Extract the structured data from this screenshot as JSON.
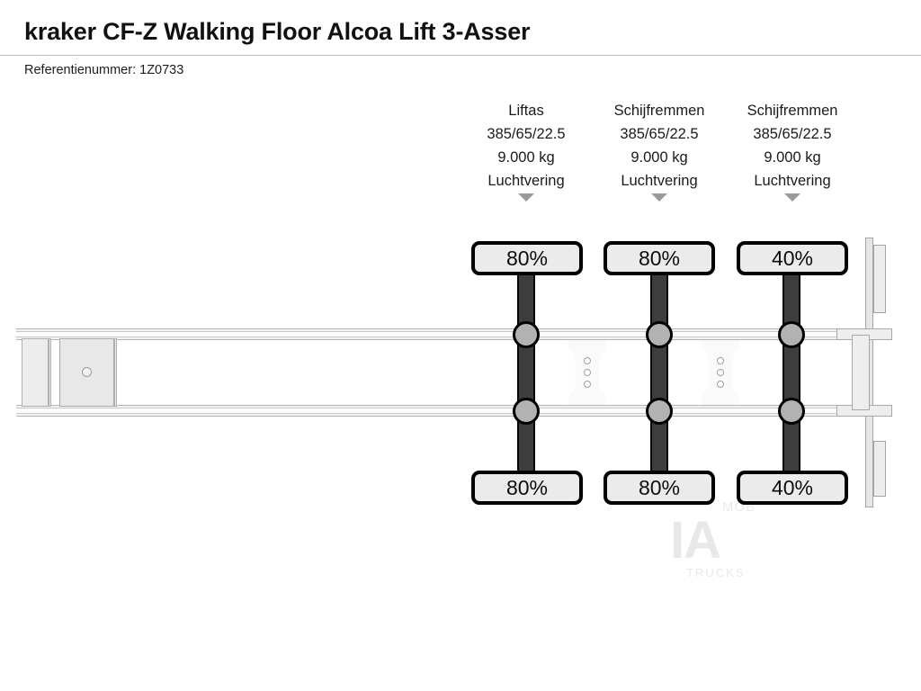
{
  "header": {
    "title": "kraker CF-Z Walking Floor Alcoa Lift 3-Asser",
    "reference_label": "Referentienummer: 1Z0733"
  },
  "axles": [
    {
      "id": "axle-1",
      "type": "Liftas",
      "tyre_size": "385/65/22.5",
      "capacity": "9.000 kg",
      "suspension": "Luchtvering",
      "left_tread": "80%",
      "right_tread": "80%",
      "caret_icon": "triangle-down-icon"
    },
    {
      "id": "axle-2",
      "type": "Schijfremmen",
      "tyre_size": "385/65/22.5",
      "capacity": "9.000 kg",
      "suspension": "Luchtvering",
      "left_tread": "80%",
      "right_tread": "80%",
      "caret_icon": "triangle-down-icon"
    },
    {
      "id": "axle-3",
      "type": "Schijfremmen",
      "tyre_size": "385/65/22.5",
      "capacity": "9.000 kg",
      "suspension": "Luchtvering",
      "left_tread": "40%",
      "right_tread": "40%",
      "caret_icon": "triangle-down-icon"
    }
  ],
  "watermark": {
    "top": "MOB",
    "main": "IA",
    "sub": "TRUCKS"
  },
  "colors": {
    "background": "#ffffff",
    "text": "#1a1a1a",
    "rule": "#b9b9b9",
    "chassis_fill": "#f2f2f2",
    "chassis_stroke": "#b5b5b5",
    "axle_shaft": "#3d3d3d",
    "axle_outline": "#000000",
    "hub_fill": "#b2b2b2",
    "badge_fill": "#ebebeb",
    "caret": "#9a9a9a"
  }
}
